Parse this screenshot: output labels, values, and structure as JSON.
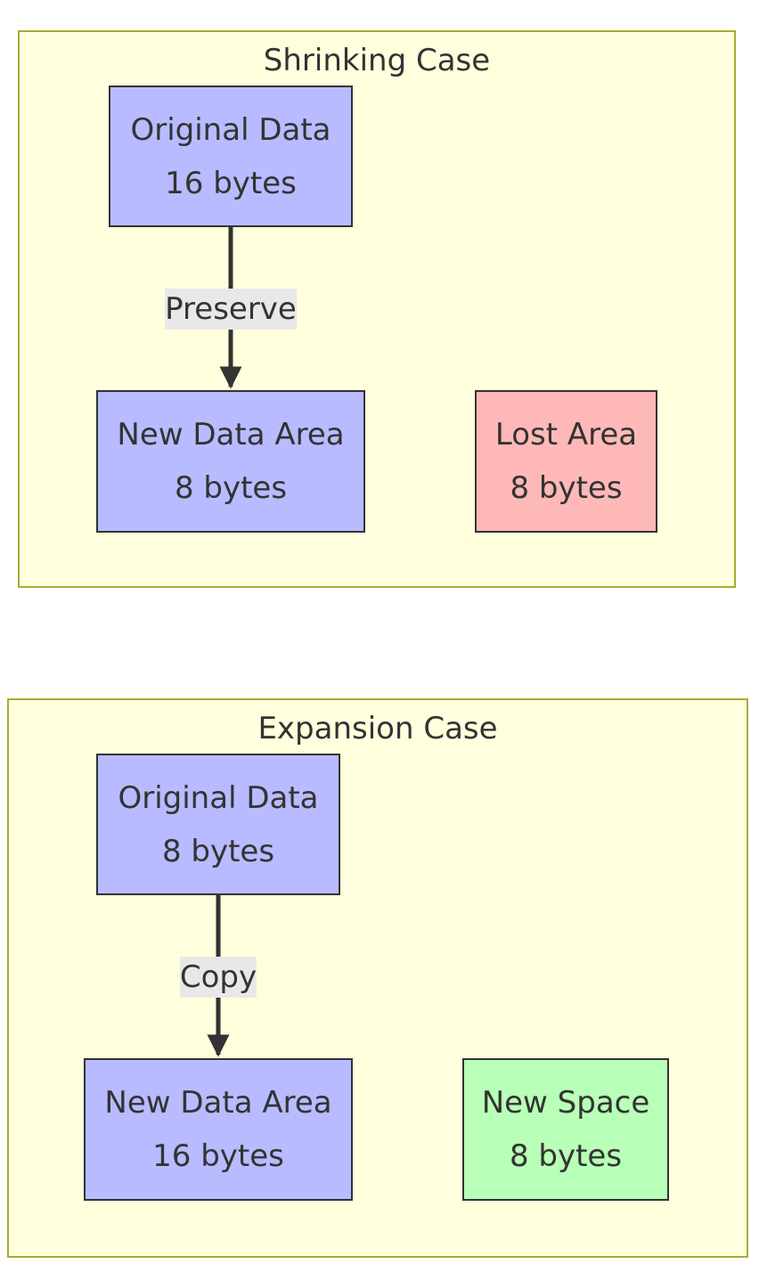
{
  "shrinking": {
    "title": "Shrinking Case",
    "original": {
      "line1": "Original Data",
      "line2": "16 bytes"
    },
    "new_area": {
      "line1": "New Data Area",
      "line2": "8 bytes"
    },
    "lost_area": {
      "line1": "Lost Area",
      "line2": "8 bytes"
    },
    "edge_label": "Preserve"
  },
  "expansion": {
    "title": "Expansion Case",
    "original": {
      "line1": "Original Data",
      "line2": "8 bytes"
    },
    "new_area": {
      "line1": "New Data Area",
      "line2": "16 bytes"
    },
    "new_space": {
      "line1": "New Space",
      "line2": "8 bytes"
    },
    "edge_label": "Copy"
  },
  "colors": {
    "cluster_fill": "#ffffde",
    "cluster_border": "#aaaa33",
    "node_blue": "#b8bbff",
    "node_red": "#ffb8b8",
    "node_green": "#b8ffb8",
    "edge": "#333333",
    "edge_label_bg": "#e8e8e8"
  }
}
